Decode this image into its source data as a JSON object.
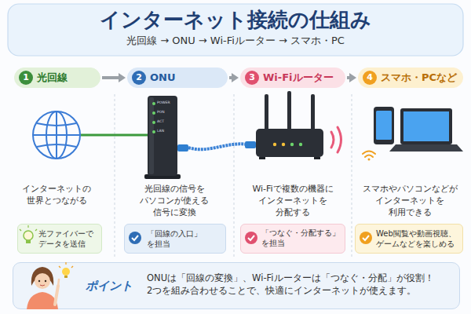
{
  "diagram": {
    "title": "インターネット接続の仕組み",
    "nodes": [
      {
        "text": [
          "光回線"
        ]
      },
      {
        "text": [
          "ONU"
        ]
      },
      {
        "text": [
          "Wi-Fiルーター"
        ]
      },
      {
        "text": [
          "スマホ・PCなど"
        ]
      },
      {
        "text": [
          "光ファイバーで データを送信"
        ]
      },
      {
        "text": [
          "「回線の入口」 を担当"
        ]
      },
      {
        "text": [
          "「つなぐ・分配する」 を担当"
        ]
      },
      {
        "text": [
          "Web閲覧や動画視聴、 ゲームなどを楽しめる"
        ]
      },
      {
        "text": [
          "ポイント",
          "ONUは「回線の変換」、Wi-Fiルーターは「つなぐ・分配」が役割！ 2つを組み合わせることで、快適にインターネットが使えます。"
        ]
      }
    ],
    "edges": [
      {
        "from": 0,
        "to": 1,
        "arrow": "to"
      },
      {
        "from": 1,
        "to": 2,
        "arrow": "to"
      },
      {
        "from": 2,
        "to": 3,
        "arrow": "to"
      }
    ],
    "labels": [
      "光回線 → ONU → Wi-Fiルーター → スマホ・PC",
      "1",
      "2",
      "3",
      "4",
      "インターネットの 世界とつながる",
      "光回線の信号を パソコンが使える 信号に変換",
      "Wi-Fiで複数の機器に インターネットを 分配する",
      "スマホやパソコンなどが インターネットを 利用できる",
      "POWER",
      "PON",
      "ACT",
      "LAN"
    ]
  }
}
